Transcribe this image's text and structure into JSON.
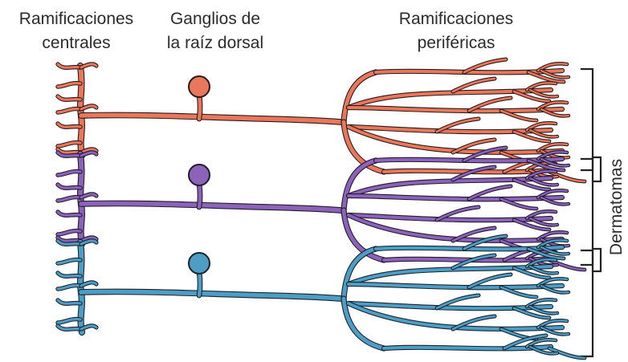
{
  "labels": {
    "central_line1": "Ramificaciones",
    "central_line2": "centrales",
    "ganglia_line1": "Ganglios de",
    "ganglia_line2": "la raíz dorsal",
    "peripheral_line1": "Ramificaciones",
    "peripheral_line2": "periféricas",
    "dermatomes": "Dermatomas"
  },
  "neurons": [
    {
      "name": "top-neuron",
      "color": "#e8775c",
      "outline": "#2a1a1a"
    },
    {
      "name": "middle-neuron",
      "color": "#8b63b8",
      "outline": "#231a2e"
    },
    {
      "name": "bottom-neuron",
      "color": "#4f9cc4",
      "outline": "#15242e"
    }
  ]
}
